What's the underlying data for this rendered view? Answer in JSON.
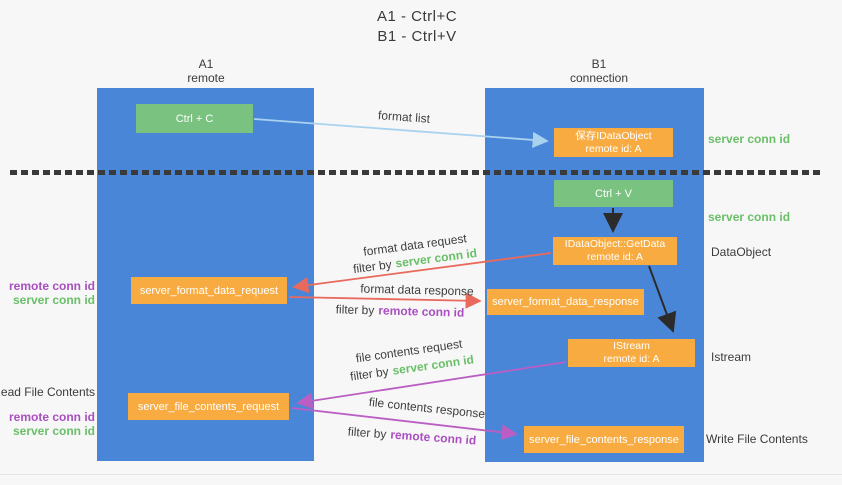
{
  "title": {
    "line1": "A1 - Ctrl+C",
    "line2": "B1 - Ctrl+V"
  },
  "lanes": {
    "a1": {
      "title": "A1",
      "subtitle": "remote"
    },
    "b1": {
      "title": "B1",
      "subtitle": "connection"
    }
  },
  "nodes": {
    "ctrl_c": {
      "label": "Ctrl + C"
    },
    "save_dataobject": {
      "line1": "保存IDataObject",
      "line2": "remote id: A"
    },
    "ctrl_v": {
      "label": "Ctrl + V"
    },
    "getdata": {
      "line1": "IDataObject::GetData",
      "line2": "remote id: A"
    },
    "format_request": {
      "label": "server_format_data_request"
    },
    "format_response": {
      "label": "server_format_data_response"
    },
    "istream": {
      "line1": "IStream",
      "line2": "remote id: A"
    },
    "file_request": {
      "label": "server_file_contents_request"
    },
    "file_response": {
      "label": "server_file_contents_response"
    }
  },
  "edge_labels": {
    "format_list": "format list",
    "format_data_request": "format data request",
    "format_data_response": "format data response",
    "file_contents_request": "file contents request",
    "file_contents_response": "file contents response",
    "filter_by": "filter by"
  },
  "labels": {
    "server_conn_id": "server conn id",
    "remote_conn_id": "remote conn id"
  },
  "side_labels": {
    "dataobject": "DataObject",
    "istream": "Istream",
    "read_file_contents": "Read File Contents",
    "write_file_contents": "Write File Contents"
  },
  "colors": {
    "lane_blue": "#4a86d8",
    "box_green": "#79c27f",
    "box_orange": "#f7ab40",
    "text_green": "#6abf69",
    "text_purple": "#a94fc0",
    "arrow_blue": "#a9d2ee",
    "arrow_red": "#e96a5c",
    "arrow_magenta": "#bb5ec4",
    "arrow_black": "#2b2b2b",
    "background": "#f7f7f7"
  }
}
